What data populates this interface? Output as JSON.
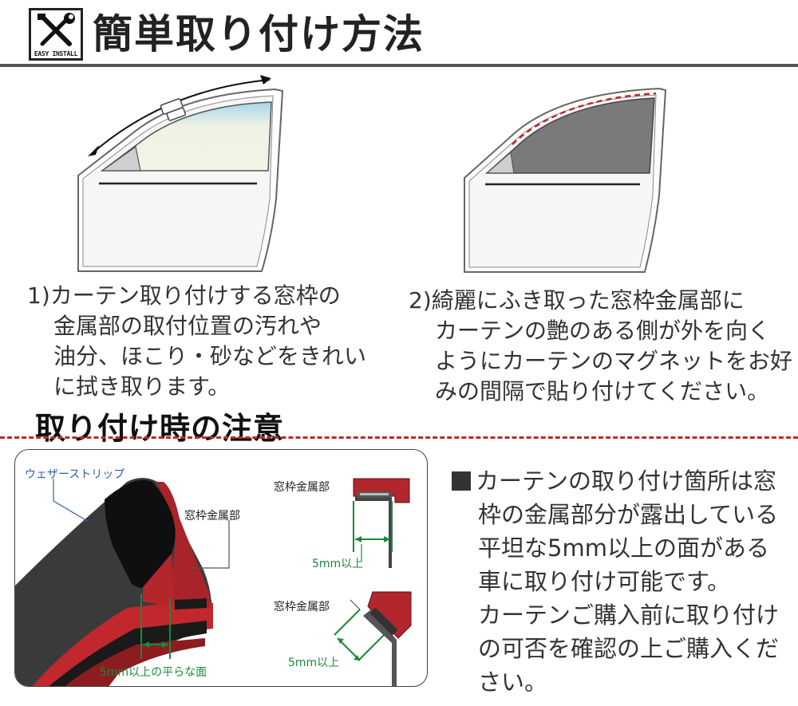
{
  "header": {
    "icon_label": "EASY INSTALL",
    "title": "簡単取り付け方法"
  },
  "steps": [
    {
      "number": "1)",
      "lines": [
        "カーテン取り付けする窓枠の",
        "金属部の取付位置の汚れや",
        "油分、ほこり・砂などをきれい",
        "に拭き取ります。"
      ]
    },
    {
      "number": "2)",
      "lines": [
        "綺麗にふき取った窓枠金属部に",
        "カーテンの艶のある側が外を向く",
        "ようにカーテンのマグネットをお好",
        "みの間隔で貼り付けてください。"
      ]
    }
  ],
  "caution": {
    "title": "取り付け時の注意",
    "labels": {
      "weather_strip": "ウェザーストリップ",
      "frame_metal_main": "窓枠金属部",
      "width_main": "5mm以上の平らな面",
      "frame_metal_top": "窓枠金属部",
      "width_top": "5mm以上",
      "frame_metal_bottom": "窓枠金属部",
      "width_bottom": "5mm以上"
    },
    "note_lines": [
      "カーテンの取り付け箇所は窓",
      "枠の金属部分が露出している",
      "平坦な5mm以上の面がある",
      "車に取り付け可能です。",
      "カーテンご購入前に取り付け",
      "の可否を確認の上ご購入くだ",
      "さい。"
    ]
  },
  "colors": {
    "accent_red": "#c0282d",
    "dark_red": "#9b1d21",
    "dimension_green": "#1a8a3a",
    "guide_blue": "#2d5fa8",
    "gasket_black": "#1a1a1a"
  }
}
